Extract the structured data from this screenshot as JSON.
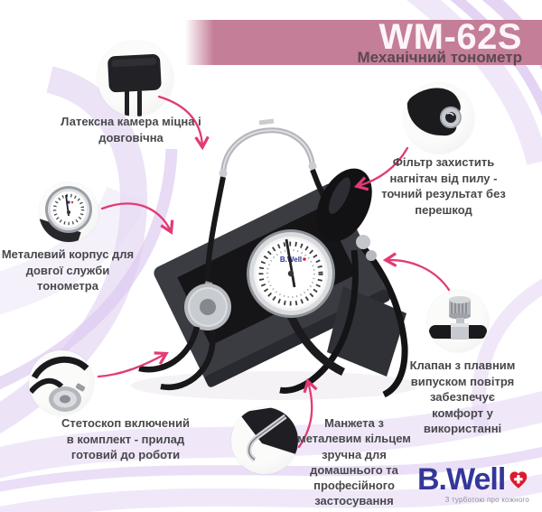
{
  "header": {
    "model": "WM-62S",
    "subtitle": "Механічний тонометр"
  },
  "features": {
    "latex": {
      "label": "Латексна камера міцна і\nдовговічна"
    },
    "metal_body": {
      "label": "Металевий корпус для\nдовгої служби\nтонометра"
    },
    "stethoscope": {
      "label": "Стетоскоп включений\nв комплект - прилад\nготовий до роботи"
    },
    "cuff": {
      "label": "Манжета з\nметалевим кільцем\nзручна для\nдомашнього та\nпрофесійного\nзастосування"
    },
    "filter": {
      "label": "Фільтр захистить\nнагнітач від пилу -\nточний результат без\nперешкод"
    },
    "valve": {
      "label": "Клапан з плавним\nвипуском повітря\nзабезпечує\nкомфорт у\nвикористанні"
    }
  },
  "gauge": {
    "logo": "B.Well"
  },
  "brand": {
    "name": "B.Well",
    "tagline": "З турботою про кожного"
  },
  "colors": {
    "banner_pink": "#c47e98",
    "title_text": "#fdf4f8",
    "subtitle_text": "#5a4850",
    "label_text": "#48484b",
    "arrow_pink": "#e23b73",
    "logo_blue": "#34379a",
    "heart_red": "#dc1a2e",
    "wave_purple": "#dcc8ef"
  }
}
